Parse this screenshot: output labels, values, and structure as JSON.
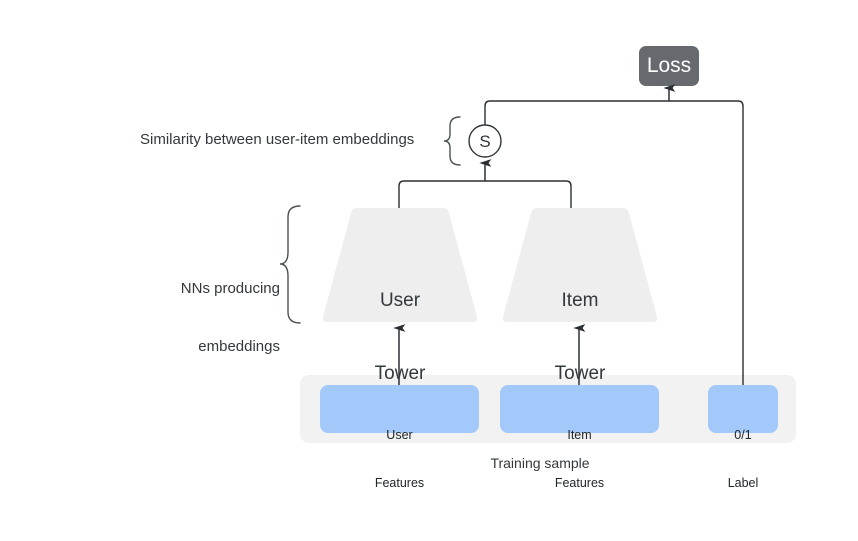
{
  "diagram": {
    "title": "Two-tower recommendation model training diagram",
    "loss": {
      "label": "Loss",
      "fill": "#66696e",
      "text_color": "#ffffff"
    },
    "similarity": {
      "node_label": "S",
      "annotation": "Similarity between user-item embeddings"
    },
    "towers_annotation_line1": "NNs producing",
    "towers_annotation_line2": "embeddings",
    "towers": [
      {
        "name": "user-tower",
        "line1": "User",
        "line2": "Tower",
        "fill": "#eeeeee"
      },
      {
        "name": "item-tower",
        "line1": "Item",
        "line2": "Tower",
        "fill": "#eeeeee"
      }
    ],
    "training_sample": {
      "caption": "Training sample",
      "container_fill": "#f2f2f2",
      "item_fill": "#a3c9fb",
      "items": [
        {
          "name": "user-features",
          "line1": "User",
          "line2": "Features"
        },
        {
          "name": "item-features",
          "line1": "Item",
          "line2": "Features"
        },
        {
          "name": "label",
          "line1": "0/1",
          "line2": "Label"
        }
      ]
    },
    "colors": {
      "stroke": "#3c3f44",
      "text": "#33383d",
      "background": "#ffffff"
    }
  }
}
